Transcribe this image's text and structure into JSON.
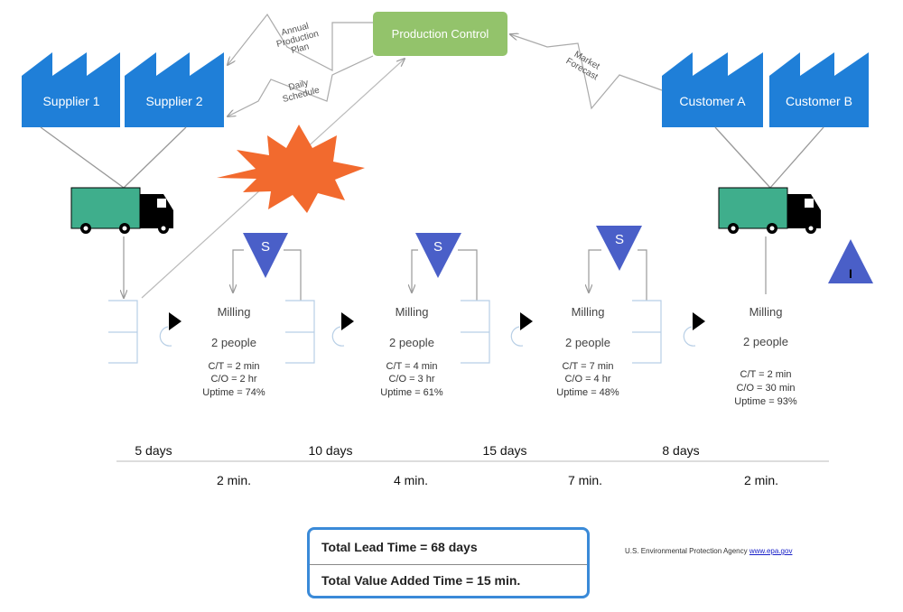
{
  "production_control": {
    "label": "Production Control"
  },
  "suppliers": [
    {
      "label": "Supplier 1"
    },
    {
      "label": "Supplier 2"
    }
  ],
  "customers": [
    {
      "label": "Customer A"
    },
    {
      "label": "Customer B"
    }
  ],
  "info_flows": {
    "annual_plan": [
      "Annual",
      "Production",
      "Plan"
    ],
    "daily_schedule": [
      "Daily",
      "Schedule"
    ],
    "market_forecast": [
      "Market",
      "Forecast"
    ]
  },
  "supermarket_label": "S",
  "inventory_label": "I",
  "processes": [
    {
      "name": "Milling",
      "people": "2 people",
      "ct": "C/T = 2 min",
      "co": "C/O = 2 hr",
      "uptime": "Uptime = 74%"
    },
    {
      "name": "Milling",
      "people": "2 people",
      "ct": "C/T = 4 min",
      "co": "C/O = 3 hr",
      "uptime": "Uptime = 61%"
    },
    {
      "name": "Milling",
      "people": "2 people",
      "ct": "C/T = 7 min",
      "co": "C/O = 4 hr",
      "uptime": "Uptime = 48%"
    },
    {
      "name": "Milling",
      "people": "2 people",
      "ct": "C/T = 2 min",
      "co": "C/O = 30 min",
      "uptime": "Uptime = 93%"
    }
  ],
  "timeline": {
    "wait_days": [
      "5 days",
      "10 days",
      "15 days",
      "8 days"
    ],
    "process_minutes": [
      "2 min.",
      "4 min.",
      "7 min.",
      "2 min."
    ]
  },
  "summary": {
    "total_lead_time": "Total Lead Time = 68 days",
    "total_value_added": "Total Value Added Time = 15 min."
  },
  "credit": {
    "text": "U.S. Environmental Protection Agency",
    "link": "www.epa.gov"
  },
  "colors": {
    "factory_blue": "#1f7fd8",
    "control_green": "#93c36b",
    "kaizen_orange": "#f26a2e",
    "truck_green": "#3fae8c",
    "supermarket_blue": "#4a5fc8",
    "summary_border": "#3a8ad8"
  }
}
